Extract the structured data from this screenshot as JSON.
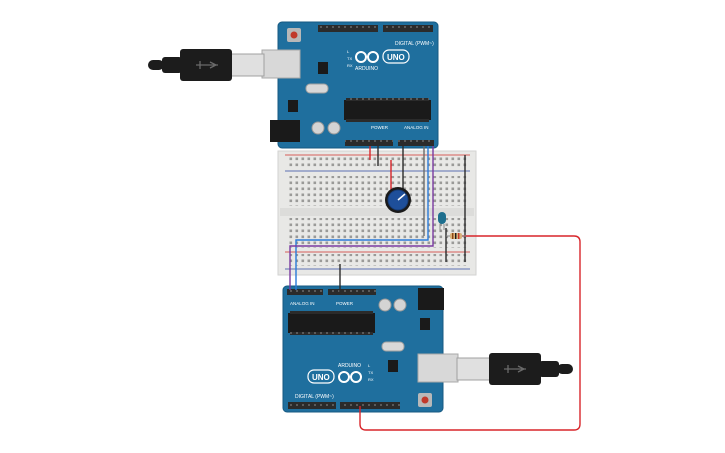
{
  "colors": {
    "board": "#1f6f9e",
    "board_edge": "#175a82",
    "header": "#2b2b2b",
    "chip": "#1a1a1a",
    "breadboard": "#e8e8e6",
    "rail_red": "#d0302a",
    "rail_blue": "#2e4aa0",
    "wire_red": "#d8252a",
    "wire_black": "#2b2b2b",
    "wire_blue": "#2a7ad8",
    "wire_purple": "#7a3aa0",
    "led": "#1e6f8e",
    "pot": "#1e4f9a"
  },
  "top_board": {
    "logo": "UNO",
    "brand": "ARDUINO",
    "digital_label": "DIGITAL (PWM~)",
    "power_label": "POWER",
    "analog_label": "ANALOG IN",
    "tx_label": "TX",
    "rx_label": "RX",
    "l_label": "L"
  },
  "bottom_board": {
    "logo": "UNO",
    "brand": "ARDUINO",
    "digital_label": "DIGITAL (PWM~)",
    "power_label": "POWER",
    "analog_label": "ANALOG IN",
    "tx_label": "TX",
    "rx_label": "RX",
    "l_label": "L"
  },
  "icons": {
    "usb_top": "usb-cable-icon",
    "usb_bottom": "usb-cable-icon",
    "potentiometer": "potentiometer-icon",
    "led": "led-icon",
    "resistor": "resistor-icon"
  }
}
